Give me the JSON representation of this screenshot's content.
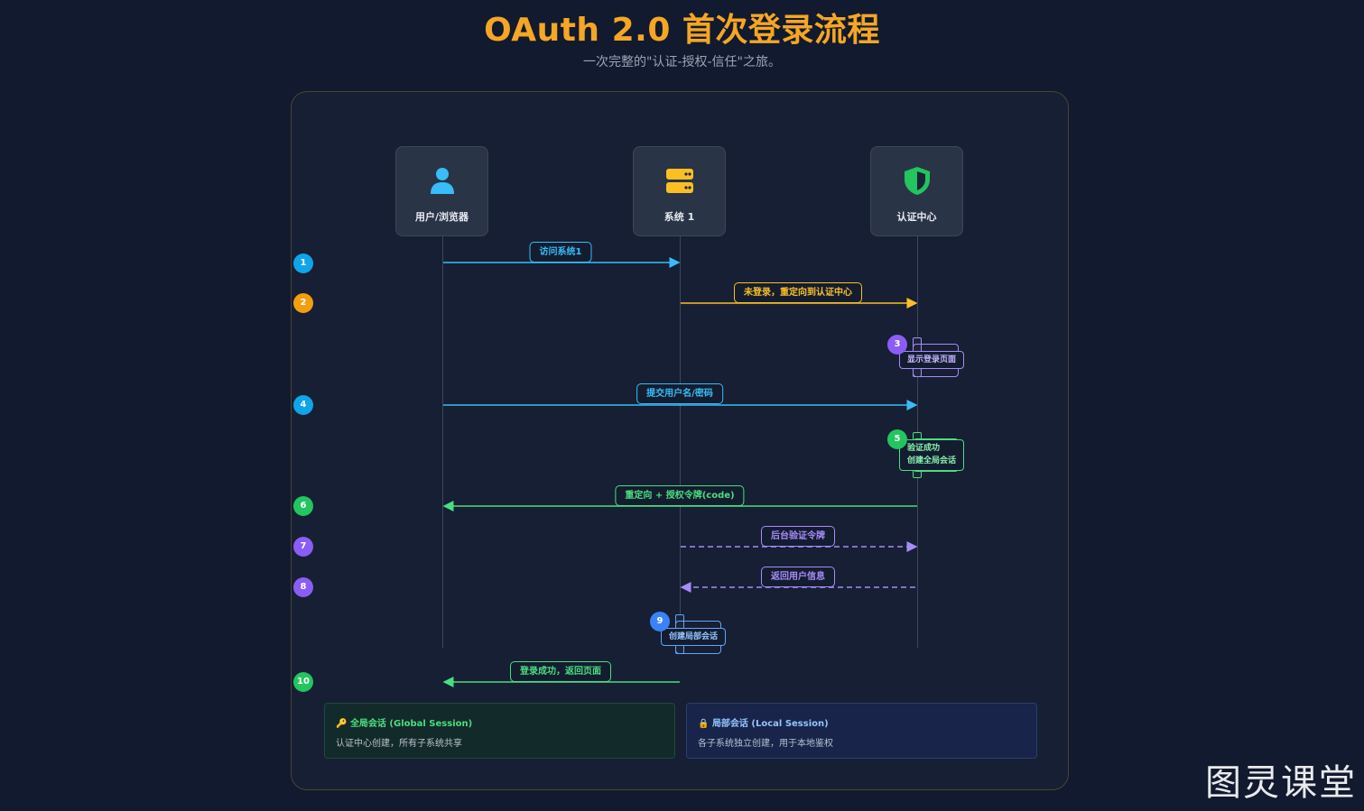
{
  "header": {
    "title": "OAuth 2.0 首次登录流程",
    "subtitle": "一次完整的\"认证-授权-信任\"之旅。"
  },
  "actors": [
    {
      "name": "用户/浏览器",
      "icon": "user-icon",
      "color": "#38bdf8"
    },
    {
      "name": "系统 1",
      "icon": "server-icon",
      "color": "#fbbf24"
    },
    {
      "name": "认证中心",
      "icon": "shield-icon",
      "color": "#22c55e"
    }
  ],
  "steps": [
    {
      "num": "1",
      "label": "访问系统1",
      "color": "#38bdf8"
    },
    {
      "num": "2",
      "label": "未登录，重定向到认证中心",
      "color": "#fbbf24"
    },
    {
      "num": "3",
      "label": "显示登录页面",
      "color": "#a78bfa"
    },
    {
      "num": "4",
      "label": "提交用户名/密码",
      "color": "#38bdf8"
    },
    {
      "num": "5",
      "label_line1": "验证成功",
      "label_line2": "创建全局会话",
      "color": "#4ade80"
    },
    {
      "num": "6",
      "label": "重定向 + 授权令牌(code)",
      "color": "#4ade80"
    },
    {
      "num": "7",
      "label": "后台验证令牌",
      "color": "#a78bfa"
    },
    {
      "num": "8",
      "label": "返回用户信息",
      "color": "#a78bfa"
    },
    {
      "num": "9",
      "label": "创建局部会话",
      "color": "#60a5fa"
    },
    {
      "num": "10",
      "label": "登录成功，返回页面",
      "color": "#4ade80"
    }
  ],
  "legend": {
    "global": {
      "icon": "key-icon",
      "title": "全局会话 (Global Session)",
      "desc": "认证中心创建，所有子系统共享"
    },
    "local": {
      "icon": "lock-icon",
      "title": "局部会话 (Local Session)",
      "desc": "各子系统独立创建，用于本地鉴权"
    }
  },
  "watermark": "图灵课堂"
}
